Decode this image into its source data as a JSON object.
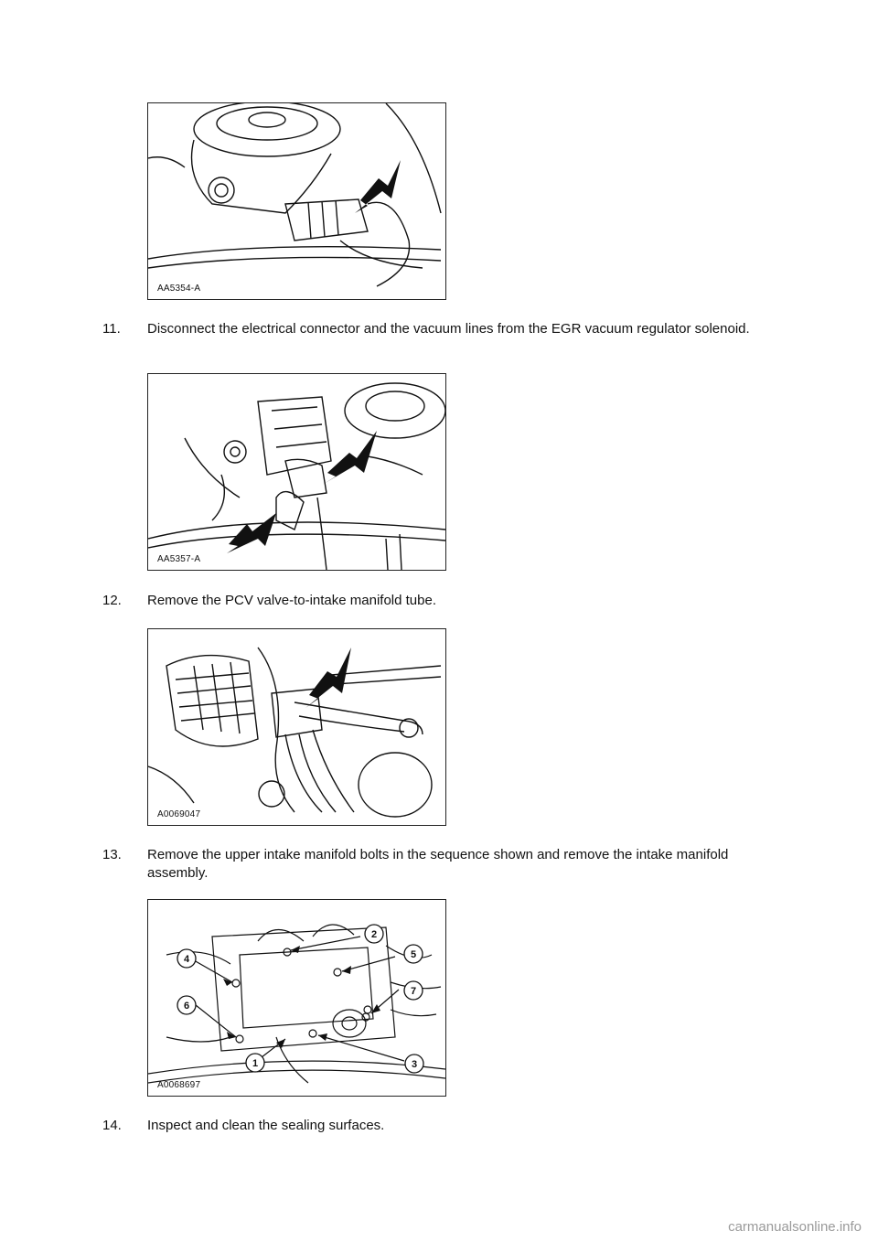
{
  "figures": {
    "f1": {
      "id": "AA5354-A"
    },
    "f2": {
      "id": "AA5357-A"
    },
    "f3": {
      "id": "A0069047"
    },
    "f4": {
      "id": "A0068697",
      "callouts": [
        "1",
        "2",
        "3",
        "4",
        "5",
        "6",
        "7"
      ]
    }
  },
  "steps": [
    {
      "number": "11.",
      "text": "Disconnect the electrical connector and the vacuum lines from the EGR vacuum regulator solenoid."
    },
    {
      "number": "12.",
      "text": "Remove the PCV valve-to-intake manifold tube."
    },
    {
      "number": "13.",
      "text": "Remove the upper intake manifold bolts in the sequence shown and remove the intake manifold assembly."
    },
    {
      "number": "14.",
      "text": "Inspect and clean the sealing surfaces."
    }
  ],
  "footer": "carmanualsonline.info"
}
